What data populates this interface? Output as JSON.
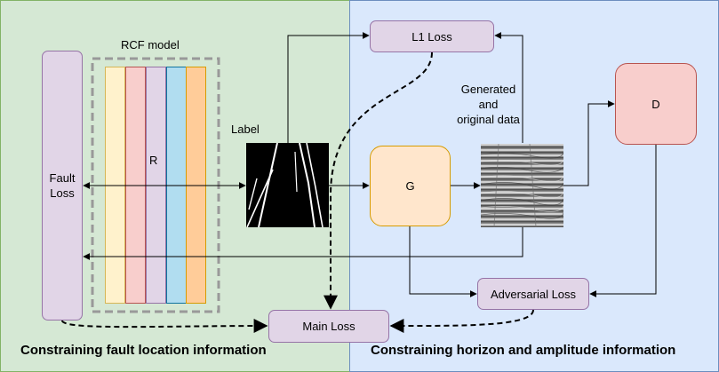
{
  "diagram": {
    "rcf_model_label": "RCF model",
    "rcf_inner_label": "R",
    "fault_loss_label": "Fault\nLoss",
    "label_text": "Label",
    "generated_text": "Generated\nand\noriginal data",
    "l1_loss_label": "L1 Loss",
    "g_label": "G",
    "d_label": "D",
    "adversarial_loss_label": "Adversarial Loss",
    "main_loss_label": "Main Loss",
    "left_caption": "Constraining fault location information",
    "right_caption": "Constraining horizon and amplitude information"
  },
  "colors": {
    "left_panel": "#d5e8d4",
    "right_panel": "#dae8fc",
    "loss_box": "#e1d5e7",
    "generator": "#ffe6cc",
    "discriminator": "#f8cecc",
    "strip_1": "#fff2cc",
    "strip_2": "#f8cecc",
    "strip_3": "#e1d5e7",
    "strip_4": "#b1ddf0",
    "strip_5": "#ffcc99"
  }
}
